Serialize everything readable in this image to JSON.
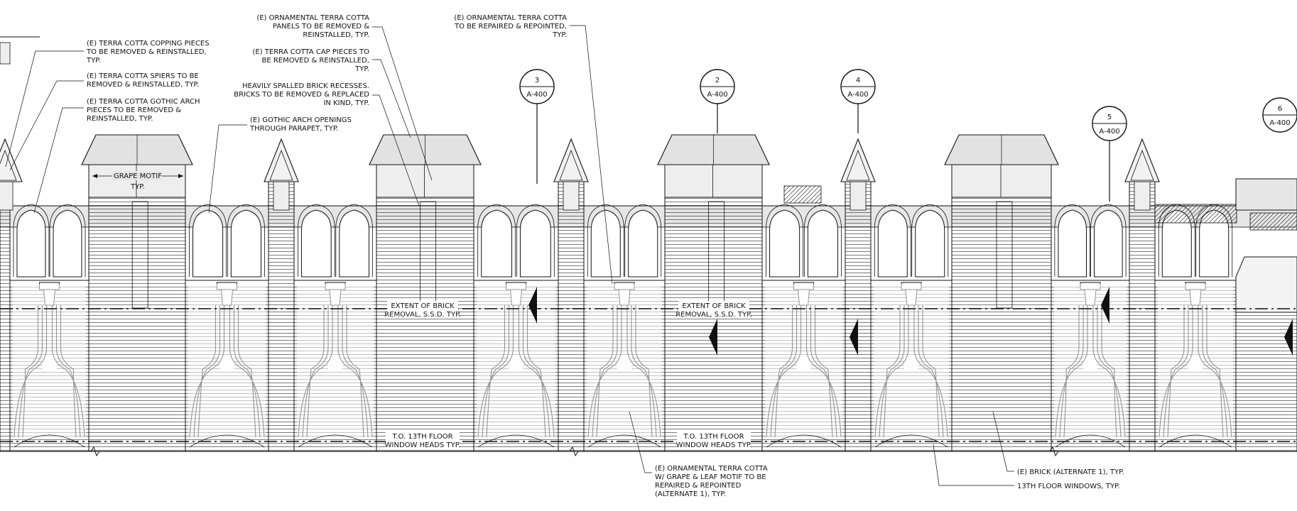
{
  "notes": [
    {
      "id": "copping",
      "lines": [
        "(E) TERRA COTTA COPPING PIECES",
        "TO BE REMOVED & REINSTALLED,",
        "TYP."
      ]
    },
    {
      "id": "spiers",
      "lines": [
        "(E) TERRA COTTA SPIERS TO BE",
        "REMOVED & REINSTALLED, TYP."
      ]
    },
    {
      "id": "gothic_arch_pieces",
      "lines": [
        "(E) TERRA COTTA GOTHIC ARCH",
        "PIECES TO BE REMOVED &",
        "REINSTALLED, TYP."
      ]
    },
    {
      "id": "ornamental_panels",
      "lines": [
        "(E) ORNAMENTAL TERRA COTTA",
        "PANELS TO BE REMOVED &",
        "REINSTALLED, TYP."
      ]
    },
    {
      "id": "cap_pieces",
      "lines": [
        "(E) TERRA COTTA CAP PIECES TO",
        "BE REMOVED & REINSTALLED,",
        "TYP."
      ]
    },
    {
      "id": "spalled_brick",
      "lines": [
        "HEAVILY SPALLED BRICK RECESSES.",
        "BRICKS TO BE REMOVED & REPLACED",
        "IN KIND, TYP."
      ]
    },
    {
      "id": "gothic_openings",
      "lines": [
        "(E) GOTHIC ARCH OPENINGS",
        "THROUGH PARAPET, TYP."
      ]
    },
    {
      "id": "ornamental_repair",
      "lines": [
        "(E) ORNAMENTAL TERRA COTTA",
        "TO BE REPAIRED & REPOINTED,",
        "TYP."
      ]
    },
    {
      "id": "grape_leaf",
      "lines": [
        "(E) ORNAMENTAL TERRA COTTA",
        "W/ GRAPE & LEAF MOTIF TO BE",
        "REPAIRED & REPOINTED",
        "(ALTERNATE 1), TYP."
      ]
    },
    {
      "id": "brick_alt",
      "lines": [
        "(E) BRICK (ALTERNATE 1), TYP."
      ]
    },
    {
      "id": "windows",
      "lines": [
        "13TH FLOOR WINDOWS, TYP."
      ]
    }
  ],
  "grape_motif": {
    "line1": "GRAPE MOTIF",
    "line2": "TYP."
  },
  "extent_labels": [
    {
      "line1": "EXTENT OF BRICK",
      "line2": "REMOVAL, S.S.D. TYP."
    },
    {
      "line1": "EXTENT OF BRICK",
      "line2": "REMOVAL, S.S.D. TYP."
    }
  ],
  "floor_labels": [
    {
      "line1": "T.O. 13TH FLOOR",
      "line2": "WINDOW HEADS TYP."
    },
    {
      "line1": "T.O. 13TH FLOOR",
      "line2": "WINDOW HEADS TYP."
    }
  ],
  "section_tags": [
    {
      "num": "3",
      "sheet": "A-400"
    },
    {
      "num": "2",
      "sheet": "A-400"
    },
    {
      "num": "4",
      "sheet": "A-400"
    },
    {
      "num": "5",
      "sheet": "A-400"
    },
    {
      "num": "6",
      "sheet": "A-400"
    }
  ],
  "colors": {
    "line": "#111111",
    "fill_light": "#e6e6e6",
    "fill_band": "#d4d4d4"
  }
}
